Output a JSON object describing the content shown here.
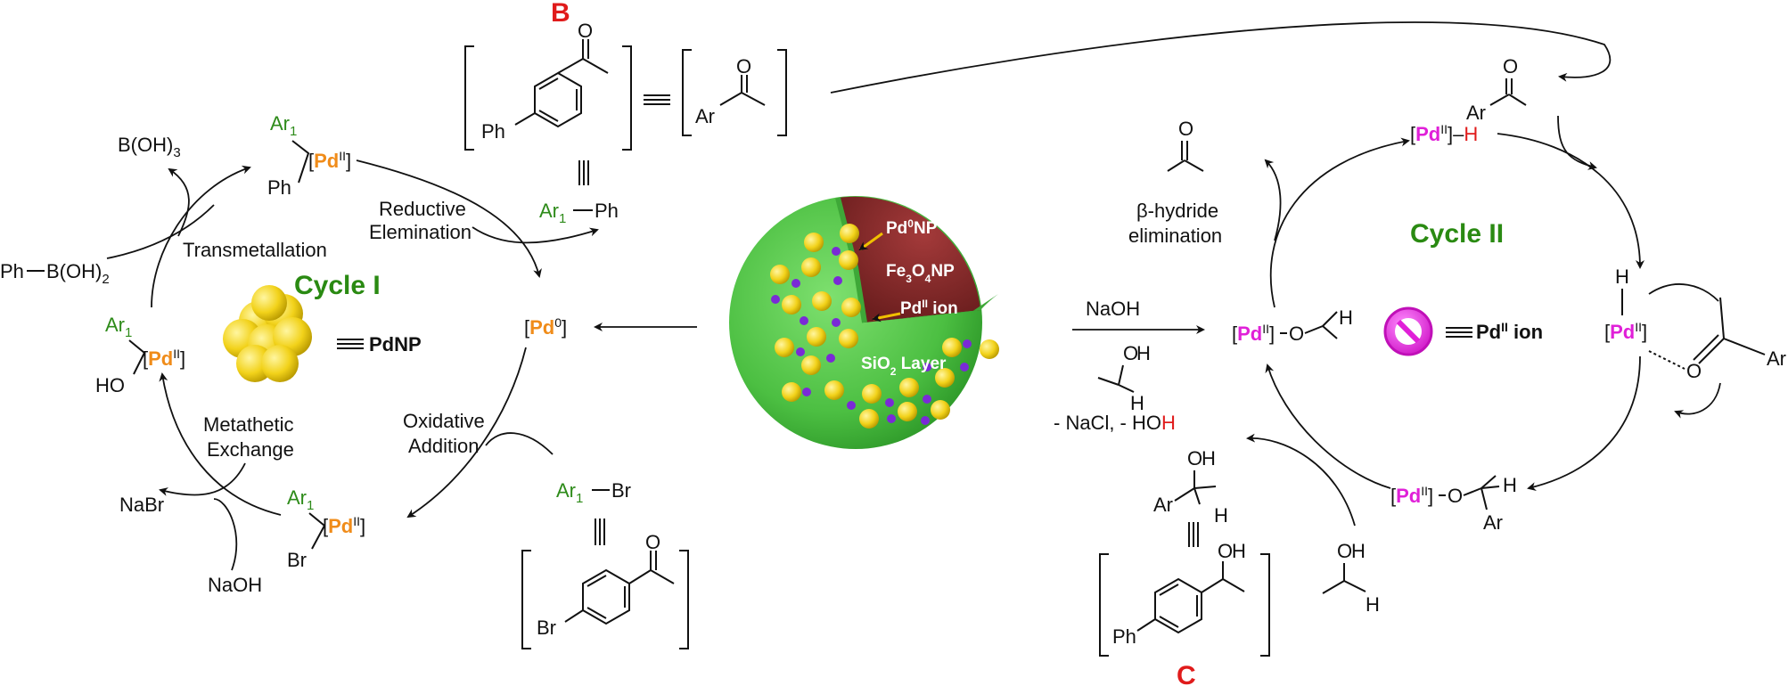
{
  "colors": {
    "green": "#2e8b1a",
    "blue": "#1a3fd6",
    "orange": "#f08c1a",
    "magenta": "#e020d8",
    "red": "#e01b1b",
    "cycle_label": "#2a8a12",
    "shell_green": "#52c04a",
    "core_red": "#8b2a2a"
  },
  "labels": {
    "compound_B": "B",
    "compound_C": "C",
    "cycle1": "Cycle I",
    "cycle2": "Cycle II",
    "pdnp": "PdNP",
    "pd2_ion": "Pd",
    "pd2_ion_sup": "II",
    "pd2_ion_tail": " ion",
    "reductive_1": "Reductive",
    "reductive_2": "Elemination",
    "transmetallation": "Transmetallation",
    "metathetic_1": "Metathetic",
    "metathetic_2": "Exchange",
    "oxidative_1": "Oxidative",
    "oxidative_2": "Addition",
    "beta_1": "β-hydride",
    "beta_2": "elimination",
    "naoh_top": "NaOH",
    "naoh_left": "NaOH",
    "nabr": "NaBr",
    "boh3_main": "B(OH)",
    "boh3_sub": "3",
    "ph": "Ph",
    "boh2_main": "B(OH)",
    "boh2_sub": "2",
    "ar": "Ar",
    "ar_sub": "1",
    "br": "Br",
    "ho": "HO",
    "oh_o": "O",
    "oh_h": "H",
    "h": "H",
    "o": "O",
    "pd": "Pd",
    "pd0_sup": "0",
    "pd2_sup": "II",
    "nacl_prefix": "- NaCl, - HO",
    "nacl_h": "H"
  },
  "nanoparticle": {
    "pd0np": "Pd",
    "pd0np_sup": "0",
    "pd0np_tail": "NP",
    "fe3o4_a": "Fe",
    "fe3o4_s1": "3",
    "fe3o4_b": "O",
    "fe3o4_s2": "4",
    "fe3o4_c": "NP",
    "pd2ion": "Pd",
    "pd2ion_sup": "II",
    "pd2ion_tail": " ion",
    "sio2_a": "SiO",
    "sio2_sub": "2",
    "sio2_b": " Layer"
  }
}
